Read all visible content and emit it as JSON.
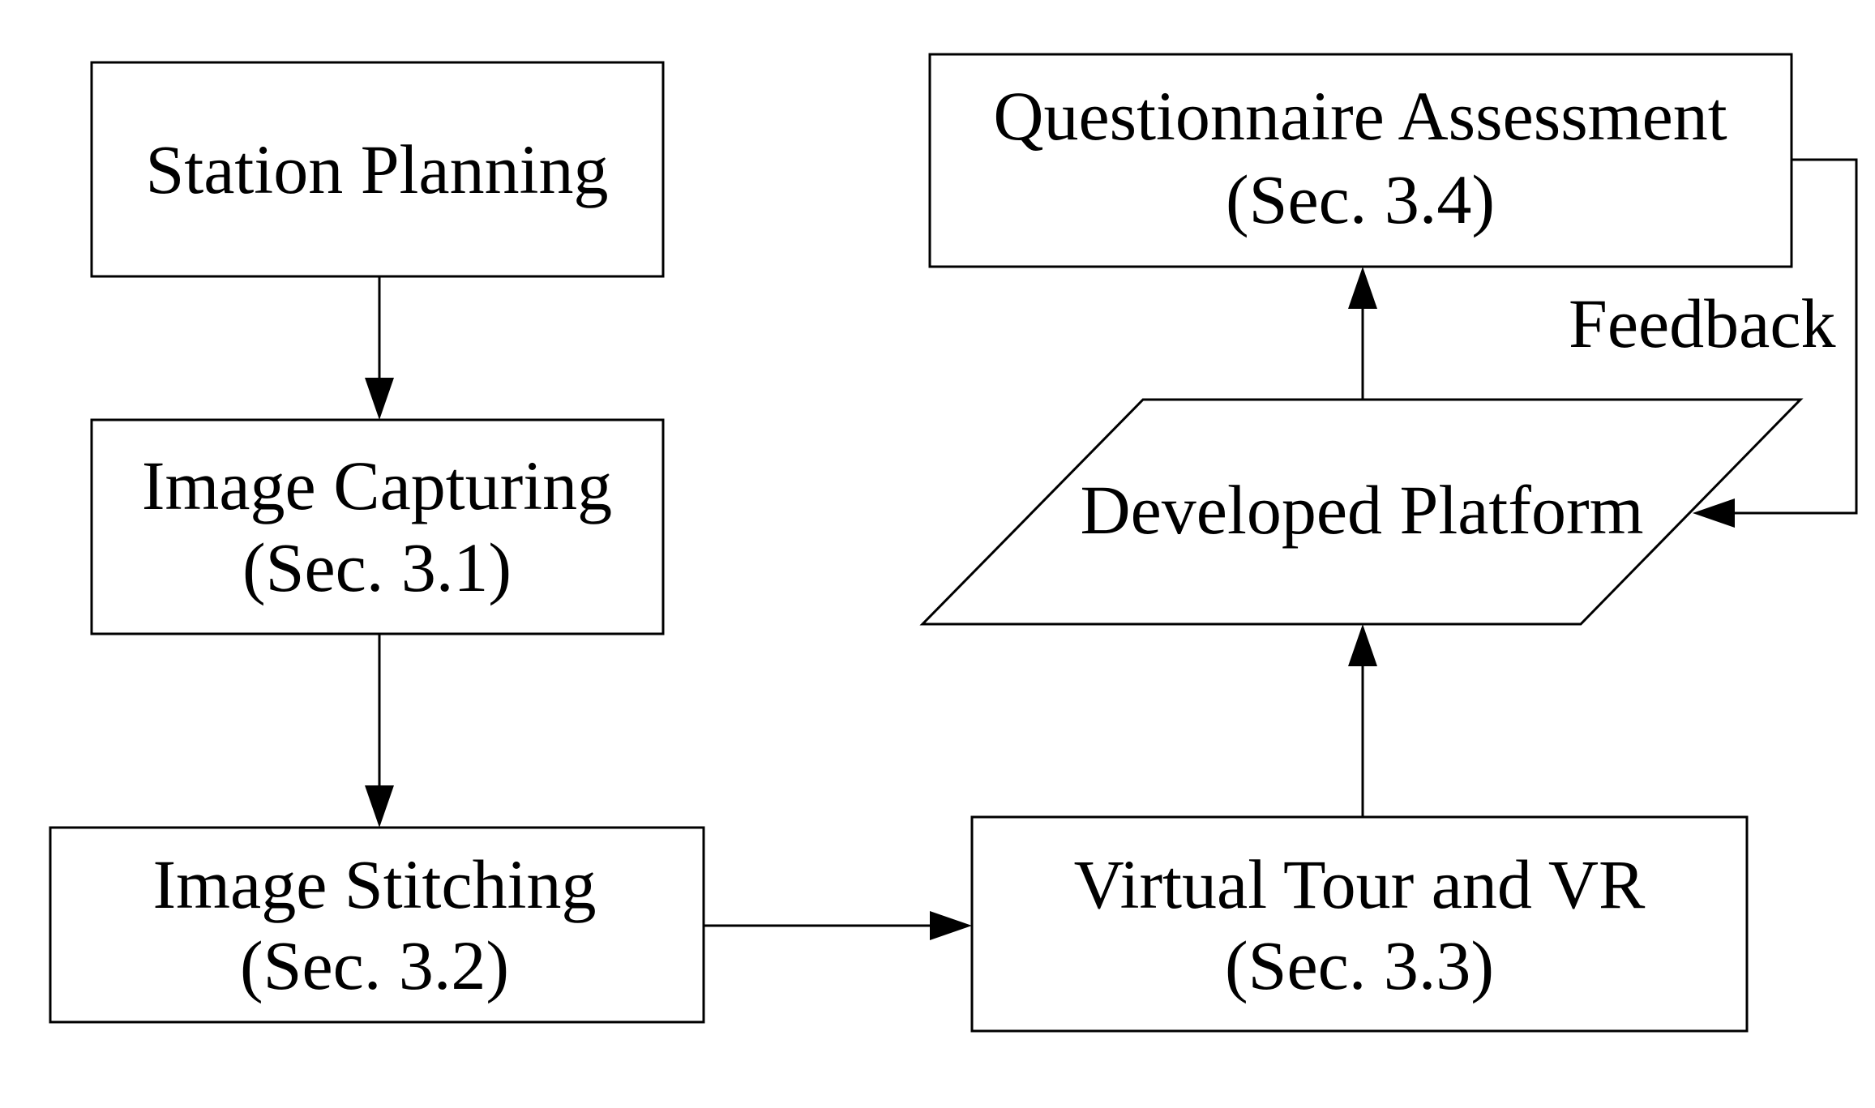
{
  "nodes": {
    "station_planning": {
      "line1": "Station Planning"
    },
    "image_capturing": {
      "line1": "Image Capturing",
      "line2": "(Sec. 3.1)"
    },
    "image_stitching": {
      "line1": "Image Stitching",
      "line2": "(Sec. 3.2)"
    },
    "virtual_tour": {
      "line1": "Virtual Tour and VR",
      "line2": "(Sec. 3.3)"
    },
    "developed_platform": {
      "line1": "Developed Platform"
    },
    "questionnaire": {
      "line1": "Questionnaire Assessment",
      "line2": "(Sec. 3.4)"
    }
  },
  "edges": {
    "feedback_label": "Feedback"
  }
}
